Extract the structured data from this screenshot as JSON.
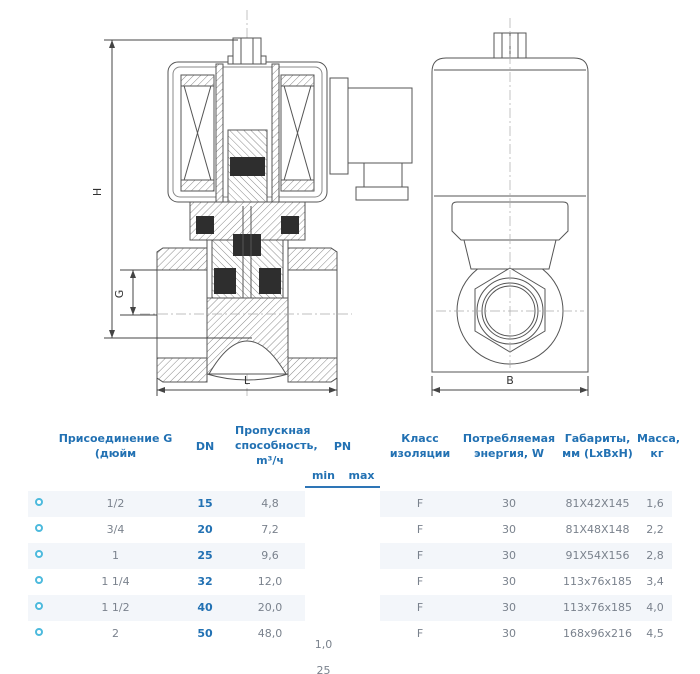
{
  "colors": {
    "accent_blue": "#2271b3",
    "icon_ring": "#4dbadd",
    "stripe": "#f3f6fa",
    "text_gray": "#7a828d",
    "underline_blue": "#2e75b6"
  },
  "drawing": {
    "labels": {
      "height": "H",
      "port": "G",
      "length": "L",
      "width": "B"
    }
  },
  "table": {
    "headers": {
      "connection": "Присоединение G\n(дюйм",
      "dn": "DN",
      "flow": "Пропускная\nспособность,\nm³/ч",
      "pn": "PN",
      "pn_min": "min",
      "pn_max": "max",
      "insulation": "Класс\nизоляции",
      "power": "Потребляемая\nэнергия, W",
      "dimensions": "Габариты,\nмм (LxBxH)",
      "mass": "Масса,\nкг"
    },
    "pn_values": {
      "min": "1,0",
      "max": "25"
    },
    "rows": [
      {
        "connection": "1/2",
        "dn": "15",
        "flow": "4,8",
        "insulation": "F",
        "power": "30",
        "dimensions": "81X42X145",
        "mass": "1,6"
      },
      {
        "connection": "3/4",
        "dn": "20",
        "flow": "7,2",
        "insulation": "F",
        "power": "30",
        "dimensions": "81X48X148",
        "mass": "2,2"
      },
      {
        "connection": "1",
        "dn": "25",
        "flow": "9,6",
        "insulation": "F",
        "power": "30",
        "dimensions": "91X54X156",
        "mass": "2,8"
      },
      {
        "connection": "1 1/4",
        "dn": "32",
        "flow": "12,0",
        "insulation": "F",
        "power": "30",
        "dimensions": "113x76x185",
        "mass": "3,4"
      },
      {
        "connection": "1 1/2",
        "dn": "40",
        "flow": "20,0",
        "insulation": "F",
        "power": "30",
        "dimensions": "113x76x185",
        "mass": "4,0"
      },
      {
        "connection": "2",
        "dn": "50",
        "flow": "48,0",
        "insulation": "F",
        "power": "30",
        "dimensions": "168x96x216",
        "mass": "4,5"
      }
    ]
  }
}
